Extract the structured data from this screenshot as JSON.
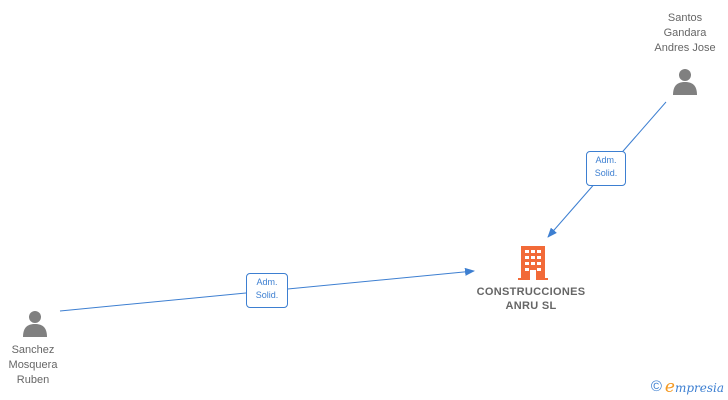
{
  "nodes": {
    "person_top": {
      "lines": [
        "Santos",
        "Gandara",
        "Andres Jose"
      ]
    },
    "person_left": {
      "lines": [
        "Sanchez",
        "Mosquera",
        "Ruben"
      ]
    },
    "company": {
      "lines": [
        "CONSTRUCCIONES",
        "ANRU  SL"
      ]
    }
  },
  "edges": [
    {
      "from": "person_top",
      "to": "company",
      "label_lines": [
        "Adm.",
        "Solid."
      ]
    },
    {
      "from": "person_left",
      "to": "company",
      "label_lines": [
        "Adm.",
        "Solid."
      ]
    }
  ],
  "watermark": {
    "copyright": "©",
    "brand_initial": "e",
    "brand_rest": "mpresia"
  },
  "colors": {
    "line": "#3d7fd1",
    "person": "#808080",
    "company": "#f26a38",
    "text": "#666666"
  },
  "icons": {
    "person": "person-icon",
    "company": "building-icon"
  }
}
